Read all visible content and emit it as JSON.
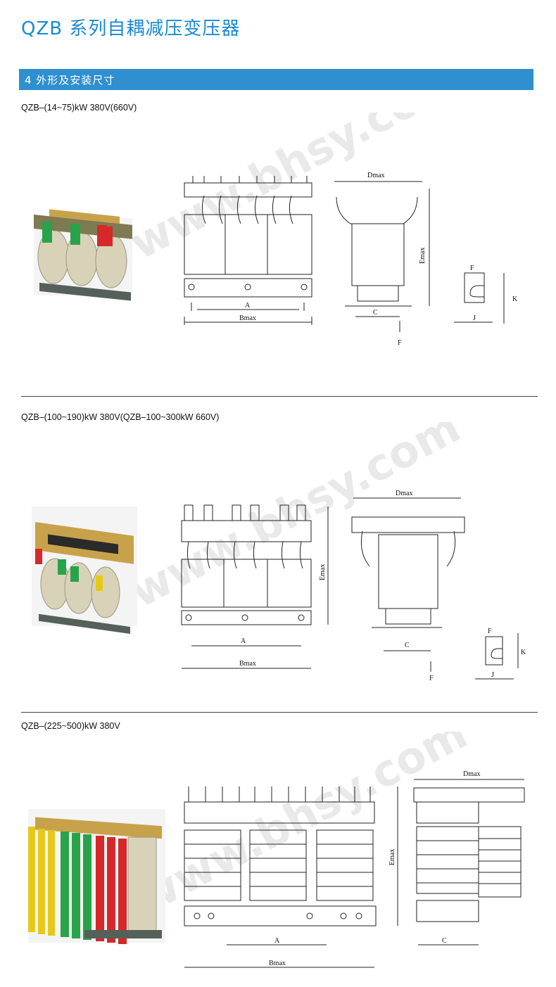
{
  "header": {
    "title": "QZB 系列自耦减压变压器"
  },
  "section": {
    "title": "4 外形及安装尺寸"
  },
  "watermark": {
    "text": "www.bhsy.com"
  },
  "colors": {
    "accent": "#2f8fcf",
    "title": "#1a8ad4",
    "coil": "#d8d3b8",
    "terminal_green": "#29a34a",
    "terminal_red": "#d62828",
    "terminal_yellow": "#e6c81a"
  },
  "models": [
    {
      "label": "QZB–(14~75)kW  380V(660V)",
      "dims": {
        "A": "A",
        "Bmax": "Bmax",
        "C": "C",
        "Dmax": "Dmax",
        "Emax": "Emax",
        "F": "F",
        "F2": "F",
        "J": "J",
        "K": "K"
      }
    },
    {
      "label": "QZB–(100~190)kW  380V(QZB–100~300kW 660V)",
      "dims": {
        "A": "A",
        "Bmax": "Bmax",
        "C": "C",
        "Dmax": "Dmax",
        "Emax": "Emax",
        "F": "F",
        "F2": "F",
        "J": "J",
        "K": "K"
      }
    },
    {
      "label": "QZB–(225~500)kW  380V",
      "dims": {
        "A": "A",
        "Bmax": "Bmax",
        "C": "C",
        "Dmax": "Dmax",
        "Emax": "Emax"
      }
    }
  ]
}
